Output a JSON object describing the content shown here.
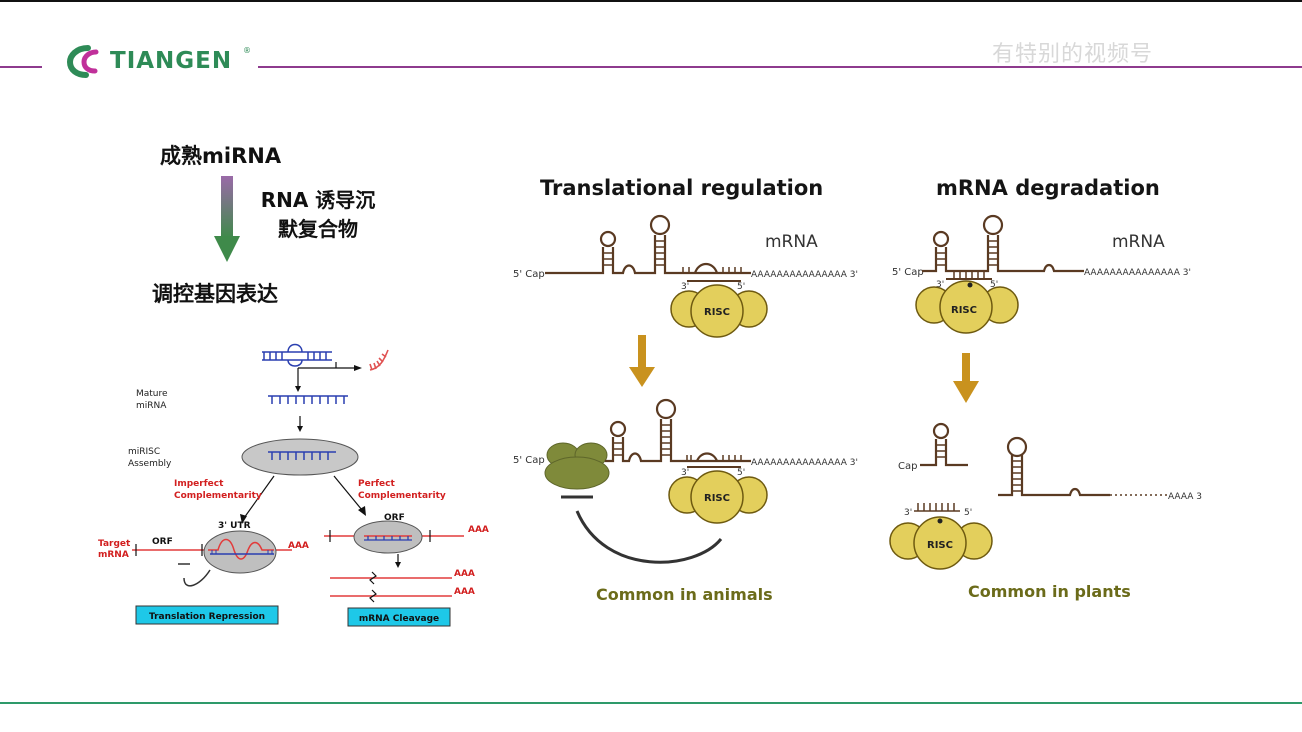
{
  "header": {
    "brand": "TIANGEN",
    "watermark": "有特别的视频号"
  },
  "left_text": {
    "mature_mirna": "成熟miRNA",
    "risc_line1": "RNA 诱导沉",
    "risc_line2": "默复合物",
    "regulate": "调控基因表达"
  },
  "small_diagram": {
    "mature_label_1": "Mature",
    "mature_label_2": "miRNA",
    "assembly_label_1": "miRISC",
    "assembly_label_2": "Assembly",
    "imperfect_1": "Imperfect",
    "imperfect_2": "Complementarity",
    "perfect_1": "Perfect",
    "perfect_2": "Complementarity",
    "utr": "3' UTR",
    "orf_left": "ORF",
    "orf_right": "ORF",
    "target_1": "Target",
    "target_2": "mRNA",
    "aaa": "AAA",
    "translation_repression": "Translation Repression",
    "mrna_cleavage": "mRNA Cleavage"
  },
  "panels": {
    "translational": {
      "title": "Translational regulation",
      "mrna": "mRNA",
      "cap": "5' Cap",
      "risc": "RISC",
      "caption": "Common in animals"
    },
    "degradation": {
      "title": "mRNA degradation",
      "mrna": "mRNA",
      "cap_top": "5' Cap",
      "cap_bottom": "Cap",
      "risc": "RISC",
      "caption": "Common in plants"
    },
    "end3": "3'",
    "end5": "5'",
    "polyA": "AAAAAAAAAAAAAAA 3'"
  },
  "colors": {
    "header_line": "#8e3b8e",
    "footer_line": "#2e9a6a",
    "risc_fill": "#e3cf5c",
    "mrna_line": "#5a3a22",
    "arrow": "#c9921e",
    "ribosome": "#7f8a3a",
    "red_text": "#d21f1f",
    "blue_strand": "#2a3fb0",
    "label_box": "#1ec8e8"
  }
}
